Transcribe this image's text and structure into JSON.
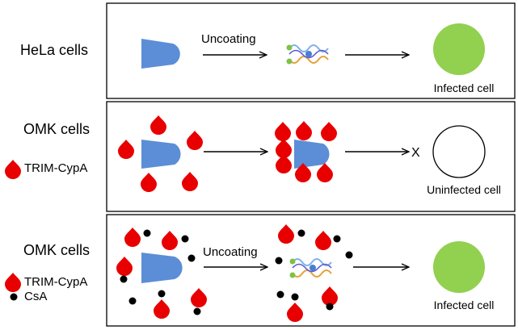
{
  "colors": {
    "capsid": "#5B8ED6",
    "trim_cypa": "#E80000",
    "csa": "#000000",
    "infected_cell": "#92D050",
    "uninfected_cell": "#FFFFFF",
    "panel_border": "#000000"
  },
  "legend": {
    "trim_cypa_label": "TRIM-CypA",
    "csa_label": "CsA"
  },
  "panels": [
    {
      "cell_type": "HeLa cells",
      "step_label": "Uncoating",
      "arrow2_blocked_mark": "",
      "outcome": "Infected cell"
    },
    {
      "cell_type": "OMK cells",
      "step_label": "",
      "arrow2_blocked_mark": "X",
      "outcome": "Uninfected cell"
    },
    {
      "cell_type": "OMK cells",
      "step_label": "Uncoating",
      "arrow2_blocked_mark": "",
      "outcome": "Infected cell"
    }
  ]
}
